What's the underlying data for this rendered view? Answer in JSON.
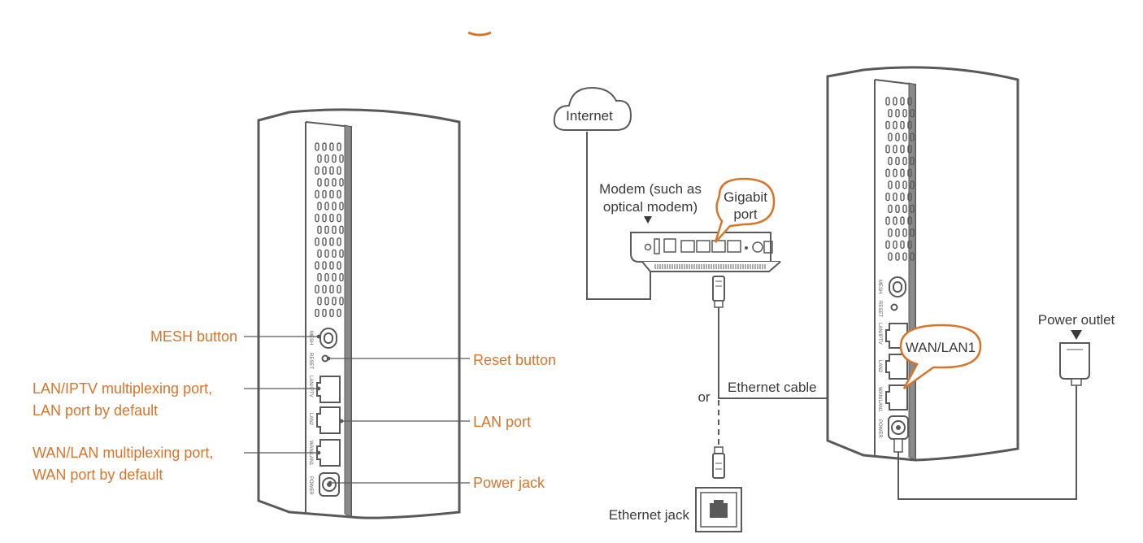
{
  "colors": {
    "label_orange": "#d9742b",
    "outline_grey": "#595959",
    "text_dark": "#3a3a3a"
  },
  "left_router": {
    "port_labels": [
      "MESH",
      "RESET",
      "LAN/IPTV",
      "LAN2",
      "WAN/LAN1",
      "POWER"
    ],
    "callouts": {
      "mesh_button": "MESH button",
      "reset_button": "Reset button",
      "lan_iptv_line1": "LAN/IPTV multiplexing port,",
      "lan_iptv_line2": "LAN port by default",
      "lan_port": "LAN port",
      "wan_lan_line1": "WAN/LAN multiplexing port,",
      "wan_lan_line2": "WAN port by default",
      "power_jack": "Power jack"
    }
  },
  "right_diagram": {
    "internet": "Internet",
    "modem_line1": "Modem (such as",
    "modem_line2": "optical modem)",
    "gigabit_line1": "Gigabit",
    "gigabit_line2": "port",
    "or": "or",
    "ethernet_cable": "Ethernet cable",
    "ethernet_jack": "Ethernet jack",
    "power_outlet": "Power outlet",
    "wan_lan1_bubble": "WAN/LAN1",
    "port_labels": [
      "MESH",
      "RESET",
      "LAN/IPTV",
      "LAN2",
      "WAN/LAN1",
      "POWER"
    ]
  }
}
